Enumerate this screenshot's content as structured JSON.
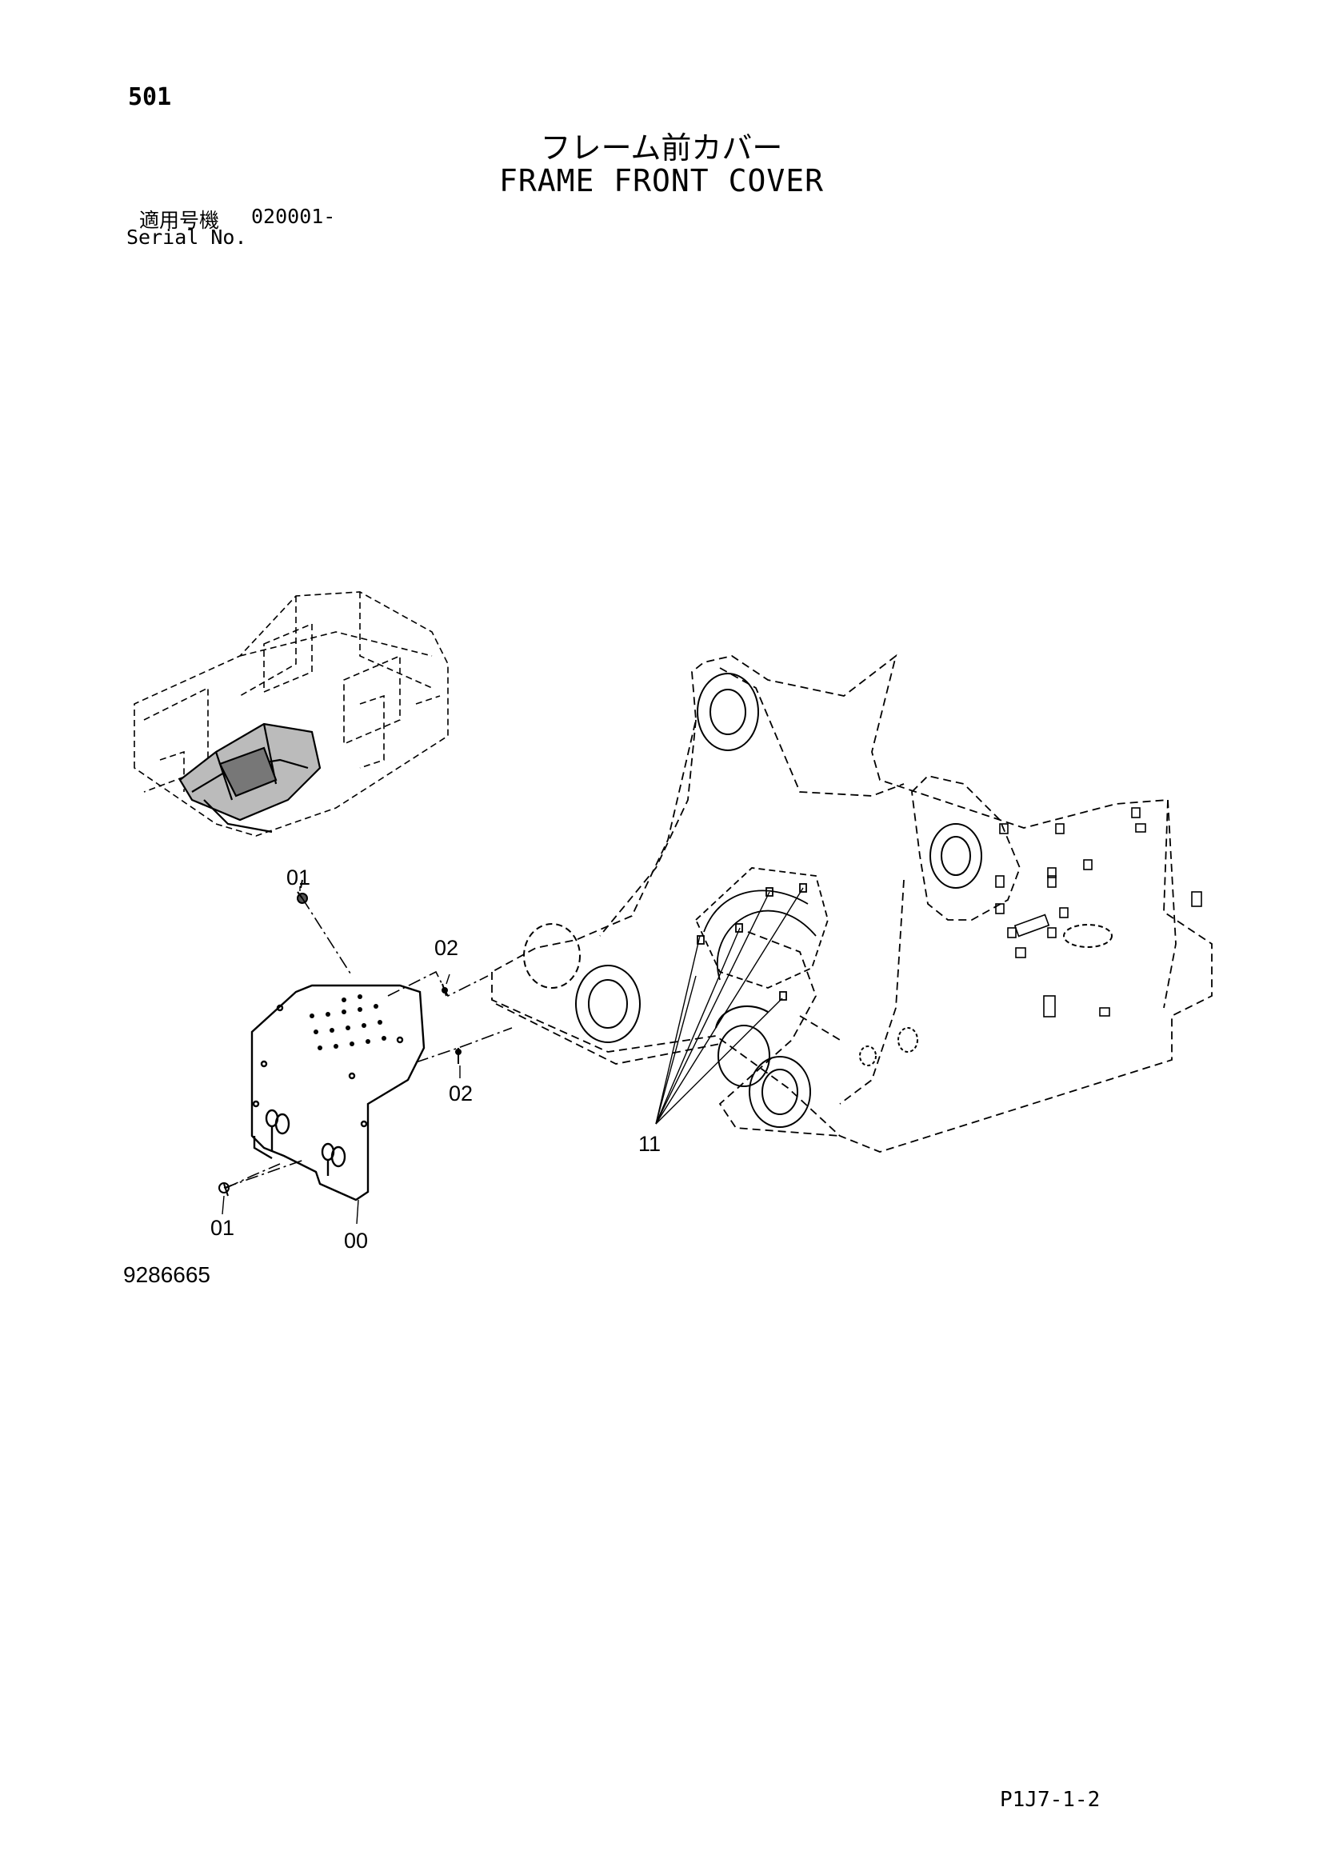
{
  "header": {
    "page_number": "501",
    "title_jp": "フレーム前カバー",
    "title_en": "FRAME FRONT COVER",
    "serial_label_jp": "適用号機",
    "serial_value": "020001-",
    "serial_label_en": "Serial No."
  },
  "callouts": {
    "c01_top": "01",
    "c02_top": "02",
    "c02_bottom": "02",
    "c11": "11",
    "c01_bottom": "01",
    "c00": "00"
  },
  "footer": {
    "drawing_number": "9286665",
    "sheet_code": "P1J7-1-2"
  }
}
